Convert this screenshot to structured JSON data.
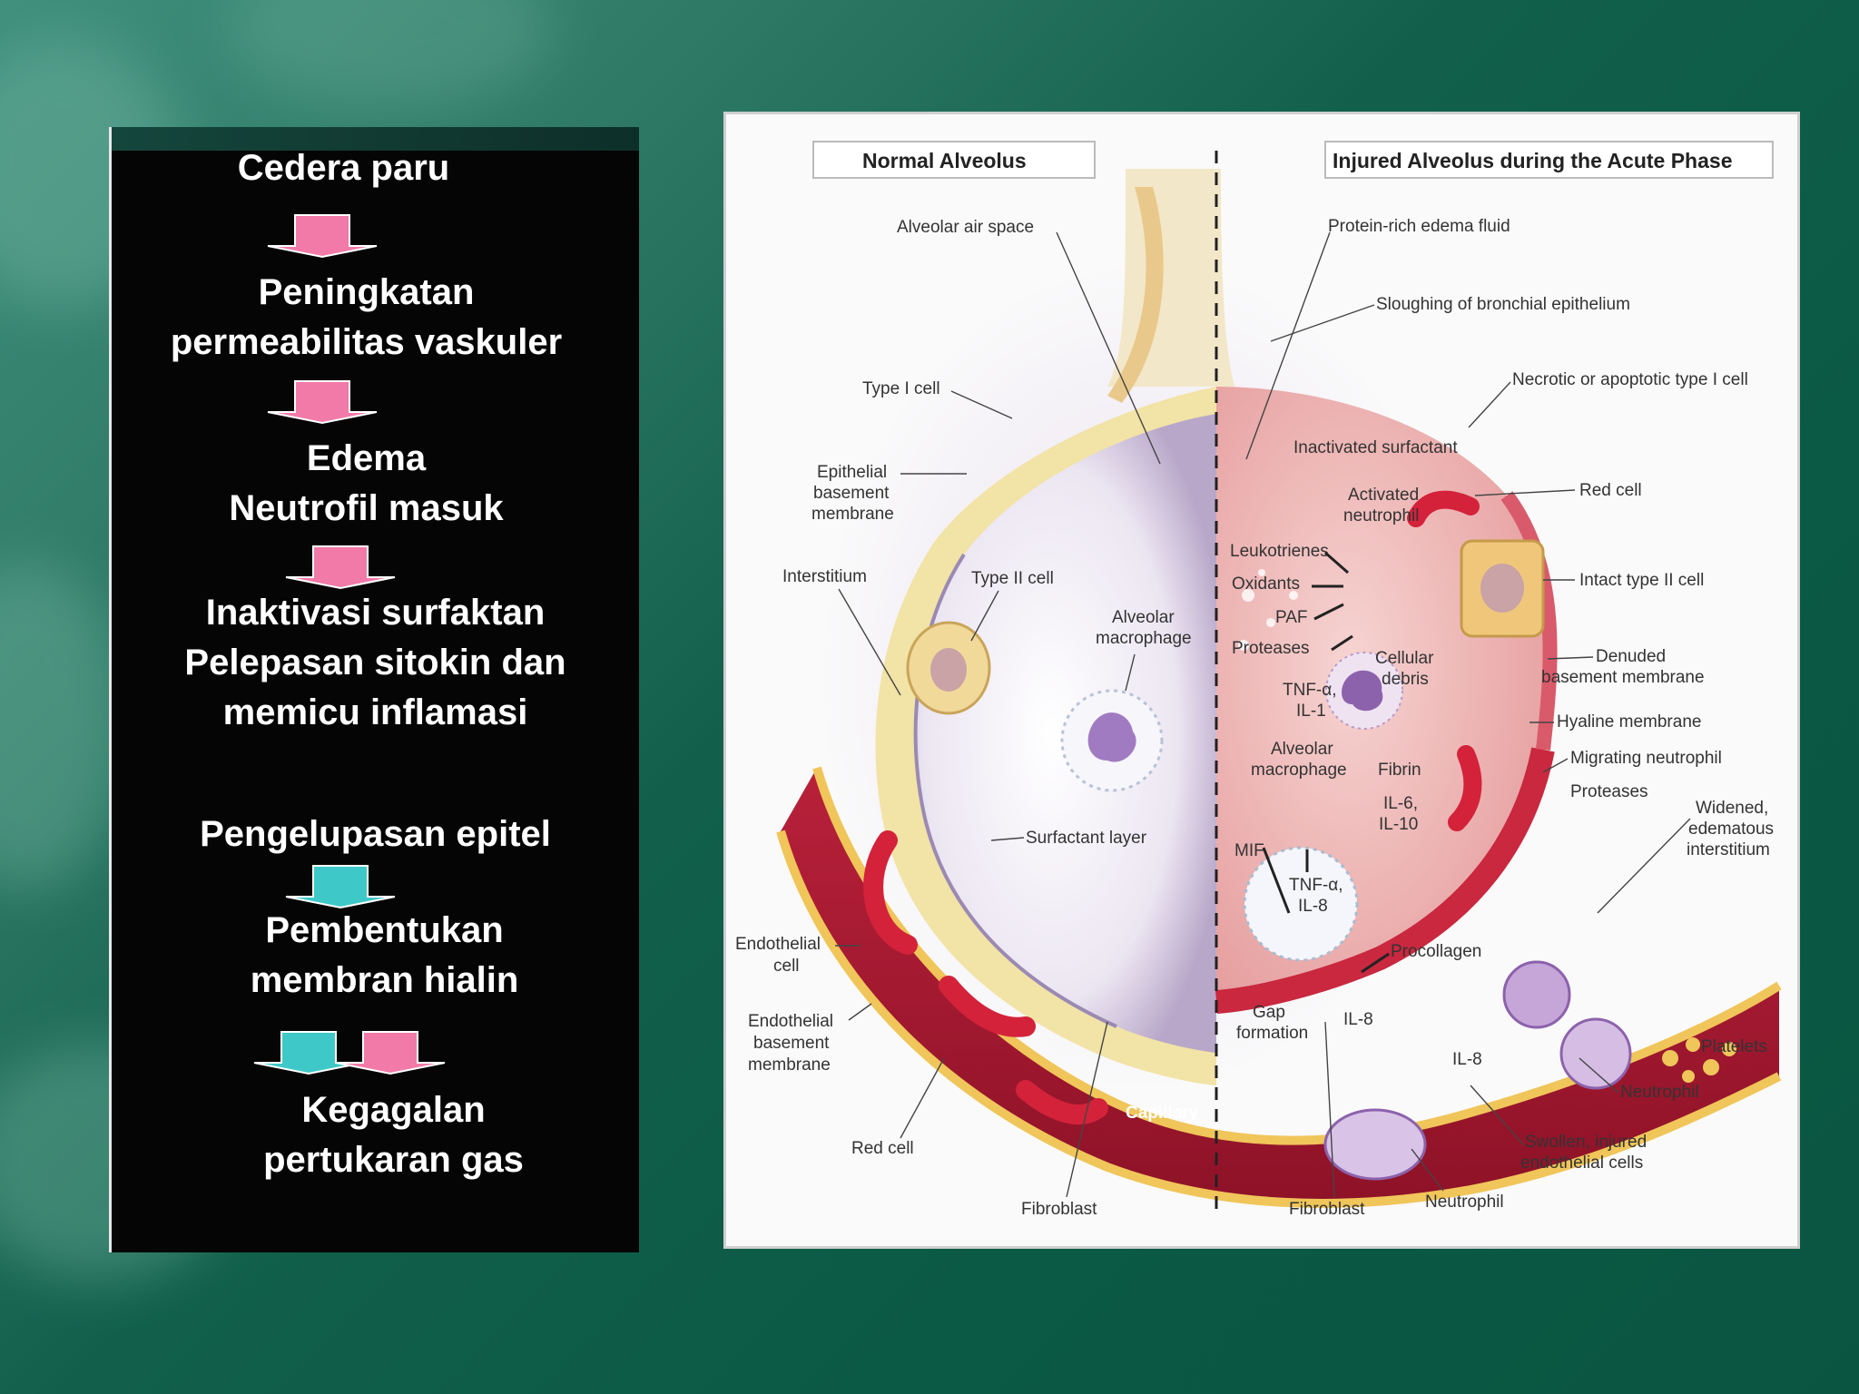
{
  "flow": {
    "steps": [
      "Cedera paru",
      "Peningkatan\npermeabilitas vaskuler",
      "Edema\nNeutrofil masuk",
      "Inaktivasi surfaktan\nPelepasan sitokin dan\nmemicu inflamasi",
      "Pengelupasan epitel",
      "Pembentukan\nmembran hialin",
      "Kegagalan\npertukaran gas"
    ],
    "arrow_colors": {
      "pink": "#f27aa8",
      "cyan": "#3fc8c8"
    }
  },
  "figure": {
    "headers": {
      "normal": "Normal Alveolus",
      "injured": "Injured Alveolus during the Acute Phase"
    },
    "labels": {
      "alveolar_air_space": "Alveolar air space",
      "type_i_cell": "Type I cell",
      "epithelial_basement_membrane": "Epithelial\nbasement\nmembrane",
      "interstitium": "Interstitium",
      "type_ii_cell_left": "Type II cell",
      "alveolar_macrophage_left": "Alveolar\nmacrophage",
      "surfactant_layer": "Surfactant layer",
      "endothelial_cell": "Endothelial\ncell",
      "endothelial_basement_membrane": "Endothelial\nbasement\nmembrane",
      "red_cell_left": "Red cell",
      "capillary": "Capillary",
      "fibroblast_left": "Fibroblast",
      "protein_rich_edema_fluid": "Protein-rich edema fluid",
      "sloughing": "Sloughing of bronchial epithelium",
      "necrotic": "Necrotic or apoptotic type I cell",
      "inactivated_surfactant": "Inactivated surfactant",
      "activated_neutrophil": "Activated\nneutrophil",
      "red_cell_right": "Red cell",
      "leukotrienes": "Leukotrienes",
      "oxidants": "Oxidants",
      "paf": "PAF",
      "proteases_left": "Proteases",
      "intact_type_ii_cell": "Intact type II cell",
      "cellular_debris": "Cellular\ndebris",
      "denuded": "Denuded\nbasement membrane",
      "tnf_il1": "TNF-α,\nIL-1",
      "hyaline_membrane": "Hyaline membrane",
      "alveolar_macrophage_right": "Alveolar\nmacrophage",
      "fibrin": "Fibrin",
      "migrating_neutrophil": "Migrating neutrophil",
      "il6_il10": "IL-6,\nIL-10",
      "proteases_right": "Proteases",
      "widened": "Widened,\nedematous\ninterstitium",
      "mif": "MIF",
      "tnf_il8": "TNF-α,\nIL-8",
      "procollagen": "Procollagen",
      "gap_formation": "Gap\nformation",
      "il8_a": "IL-8",
      "il8_b": "IL-8",
      "platelets": "Platelets",
      "neutrophil_mid": "Neutrophil",
      "swollen": "Swollen, injured\nendothelial cells",
      "fibroblast_right": "Fibroblast",
      "neutrophil_bottom": "Neutrophil"
    }
  }
}
